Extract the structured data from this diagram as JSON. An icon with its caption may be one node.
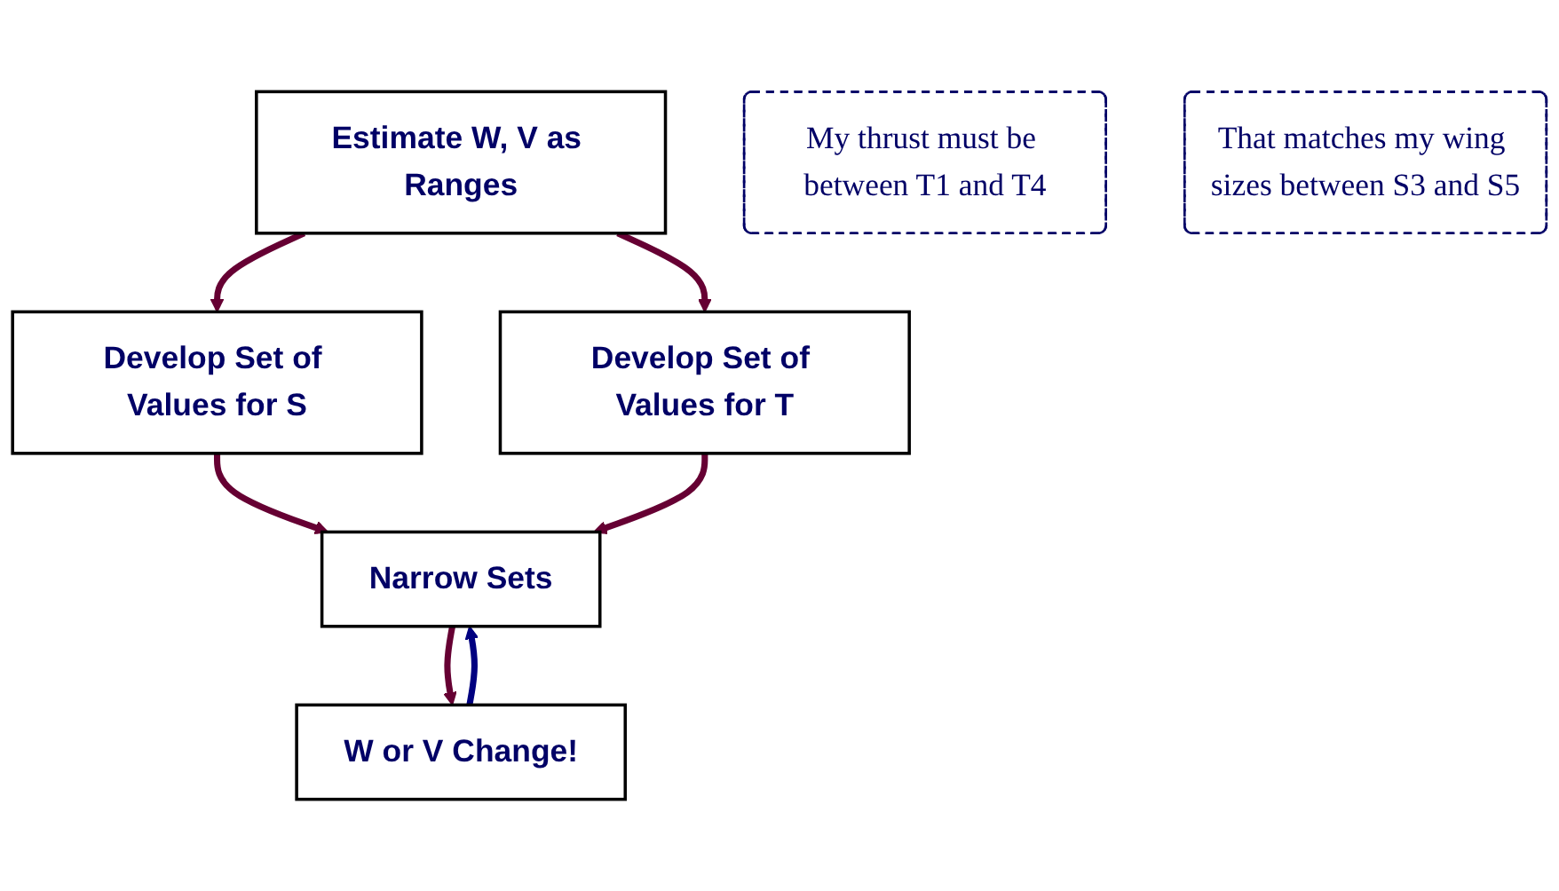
{
  "diagram": {
    "nodes": [
      {
        "text": [
          "Estimate W, V as Ranges"
        ]
      },
      {
        "text": [
          "Develop Set of Values for S"
        ]
      },
      {
        "text": [
          "Develop Set of Values for T"
        ]
      },
      {
        "text": [
          "Narrow Sets"
        ]
      },
      {
        "text": [
          "My thrust must be between T1 and T4"
        ]
      },
      {
        "text": [
          "That matches my wing sizes between S3 and S5"
        ]
      },
      {
        "text": [
          "W or V Change!"
        ]
      }
    ],
    "edges": [
      {
        "from": 0,
        "to": 1,
        "arrow": "to"
      },
      {
        "from": 0,
        "to": 2,
        "arrow": "to"
      },
      {
        "from": 1,
        "to": 3,
        "arrow": "to"
      },
      {
        "from": 2,
        "to": 3,
        "arrow": "to"
      },
      {
        "from": 3,
        "to": 6,
        "arrow": "to"
      },
      {
        "from": 6,
        "to": 3,
        "arrow": "to",
        "color": "#000080"
      }
    ]
  }
}
